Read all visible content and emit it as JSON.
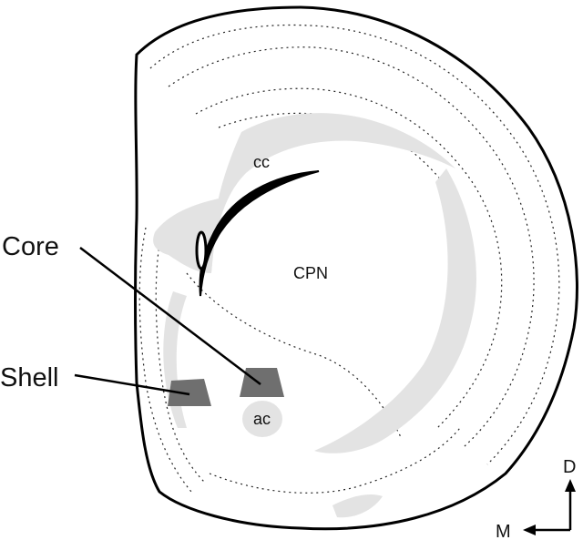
{
  "labels": {
    "core": "Core",
    "shell": "Shell",
    "cc": "cc",
    "cpn": "CPN",
    "ac": "ac"
  },
  "orientation": {
    "dorsal": "D",
    "medial": "M"
  },
  "colors": {
    "outline": "#000000",
    "white_matter": "#e3e3e3",
    "sample_region": "#6f6f6f",
    "dotted": "#222222"
  }
}
